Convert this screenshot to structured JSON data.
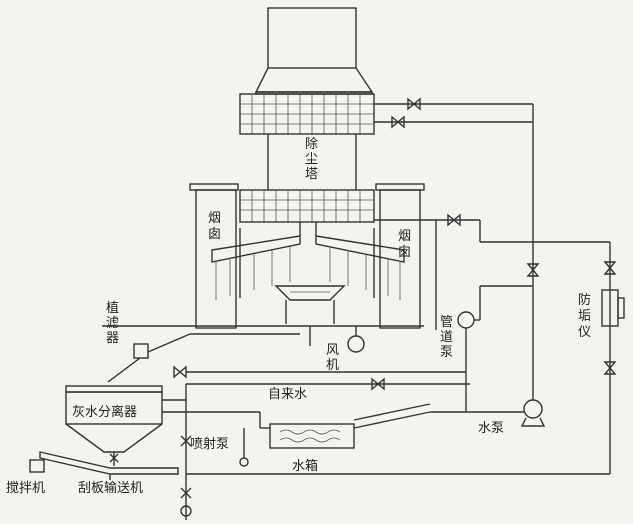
{
  "diagram": {
    "labels": {
      "dust_tower": [
        "除",
        "尘",
        "塔"
      ],
      "chimney_left": [
        "烟",
        "囱"
      ],
      "chimney_right": [
        "烟",
        "囱"
      ],
      "plant_filter": [
        "植",
        "滤",
        "器"
      ],
      "pipeline_pump": [
        "管",
        "道",
        "泵"
      ],
      "fan": [
        "风",
        "机"
      ],
      "anti_scale": [
        "防",
        "垢",
        "仪"
      ],
      "tap_water": "自来水",
      "water_pump": "水泵",
      "water_tank": "水箱",
      "ash_separator": "灰水分离器",
      "jet_pump": "喷射泵",
      "mixer": "搅拌机",
      "scraper_conveyor": "刮板输送机"
    }
  }
}
